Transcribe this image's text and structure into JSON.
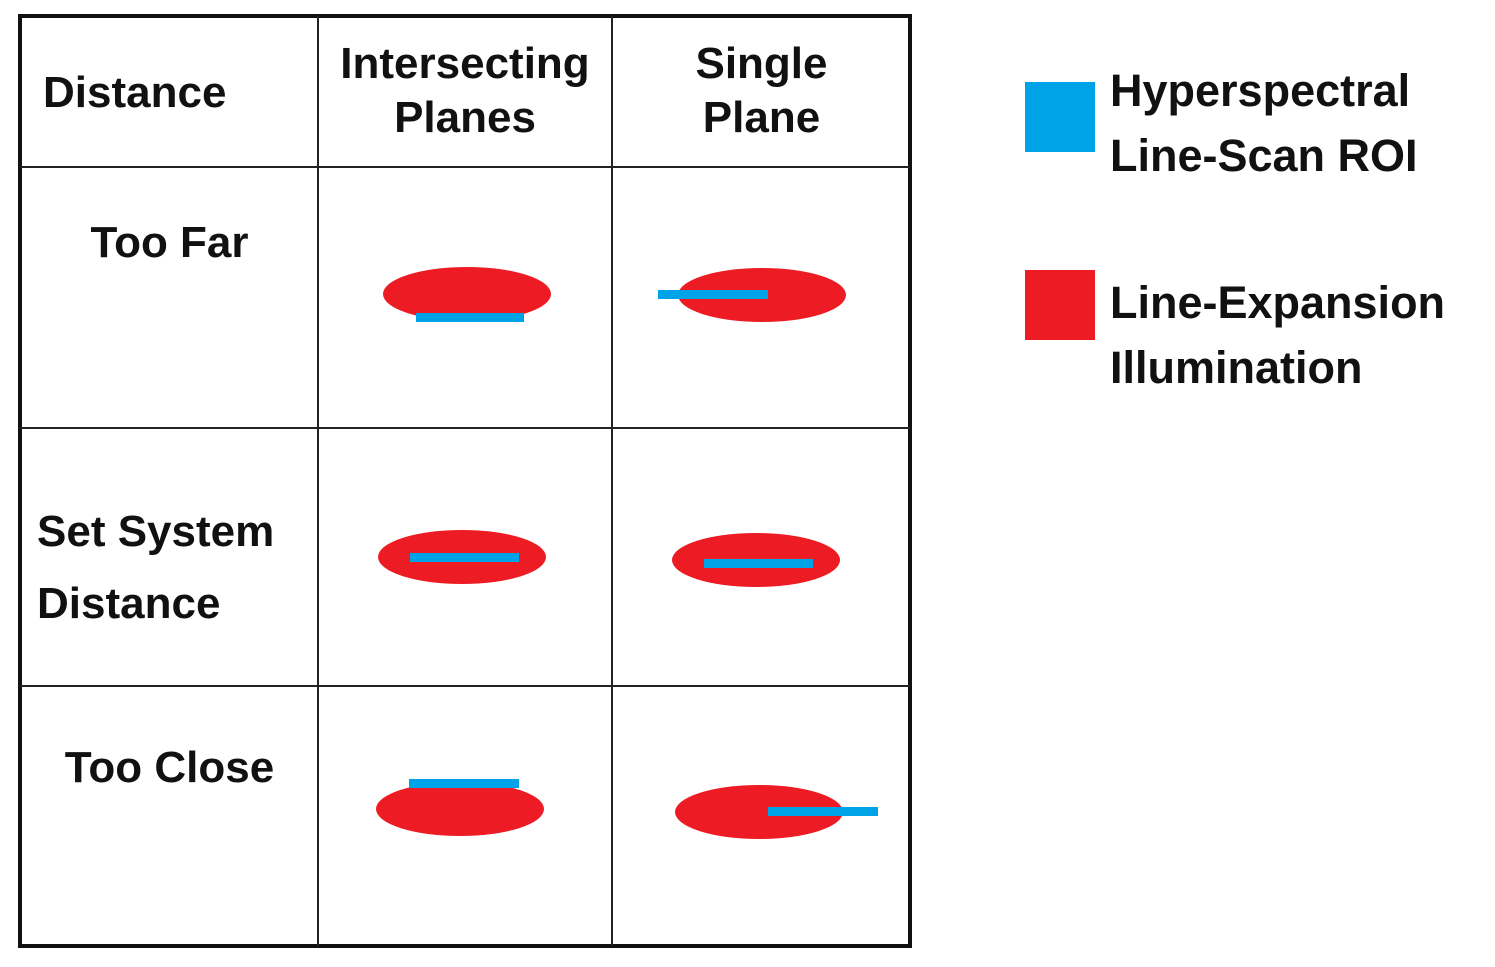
{
  "colors": {
    "roi": "#00A2E8",
    "illumination": "#ED1C24",
    "border": "#111111"
  },
  "table": {
    "headers": {
      "distance": "Distance",
      "intersecting": "Intersecting\nPlanes",
      "single": "Single\nPlane"
    },
    "rows": [
      {
        "label": "Too Far"
      },
      {
        "label": "Set System\nDistance"
      },
      {
        "label": "Too Close"
      }
    ]
  },
  "legend": {
    "roi_label": "Hyperspectral\nLine-Scan ROI",
    "illumination_label": "Line-Expansion\nIllumination"
  }
}
